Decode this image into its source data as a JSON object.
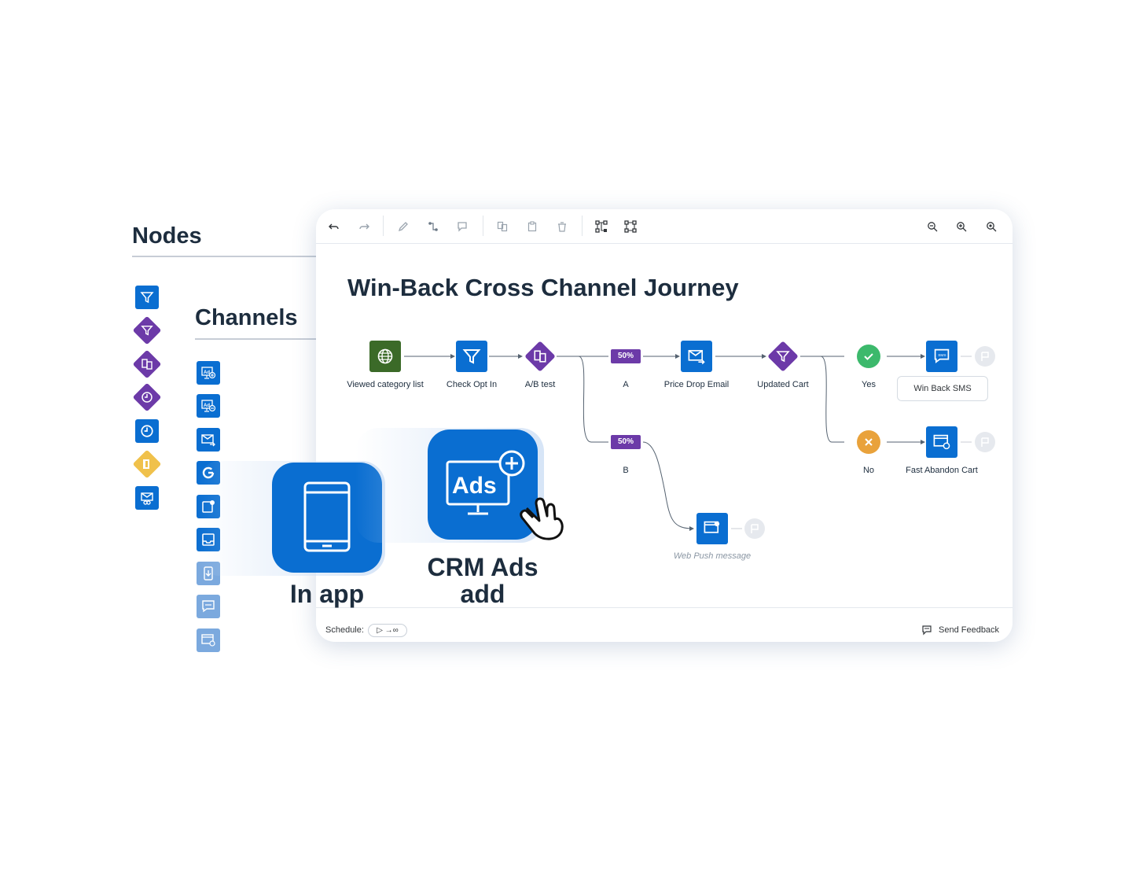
{
  "nodes_panel": {
    "heading": "Nodes"
  },
  "channels_panel": {
    "heading": "Channels"
  },
  "node_icons": [
    "filter-icon",
    "filter-diamond-icon",
    "ab-test-diamond-icon",
    "wait-diamond-icon",
    "clock-icon",
    "exit-diamond-icon",
    "email-check-icon"
  ],
  "channel_icons": [
    "crm-ads-add-icon",
    "crm-ads-remove-icon",
    "email-icon",
    "google-icon",
    "in-app-icon",
    "inbox-icon",
    "download-app-icon",
    "sms-icon",
    "web-push-icon"
  ],
  "colors": {
    "accent": "#0a6ed1",
    "purple": "#6c3aa8",
    "green": "#3b6a28",
    "success": "#3cb96c",
    "warning": "#e9a23b",
    "exit": "#f0c14b"
  },
  "editor": {
    "title": "Win-Back Cross Channel Journey",
    "toolbar": [
      "undo-icon",
      "redo-icon",
      "edit-icon",
      "connect-icon",
      "comment-icon",
      "copy-icon",
      "paste-icon",
      "delete-icon",
      "auto-layout-icon",
      "fit-icon",
      "zoom-out-icon",
      "zoom-in-icon",
      "zoom-reset-icon"
    ],
    "flow": {
      "viewed_category": "Viewed category list",
      "check_opt_in": "Check Opt In",
      "ab_test": "A/B test",
      "split_a_pct": "50%",
      "split_a": "A",
      "split_b_pct": "50%",
      "split_b": "B",
      "price_drop_email": "Price Drop Email",
      "updated_cart": "Updated Cart",
      "yes": "Yes",
      "no": "No",
      "win_back_sms": "Win Back SMS",
      "fast_abandon_cart": "Fast Abandon Cart",
      "web_push_message": "Web Push message"
    },
    "footer": {
      "schedule_label": "Schedule:",
      "schedule_value": "▷ →∞",
      "feedback": "Send Feedback"
    }
  },
  "tiles": {
    "in_app": "In app",
    "crm_ads": "CRM Ads add",
    "ads_text": "Ads"
  }
}
